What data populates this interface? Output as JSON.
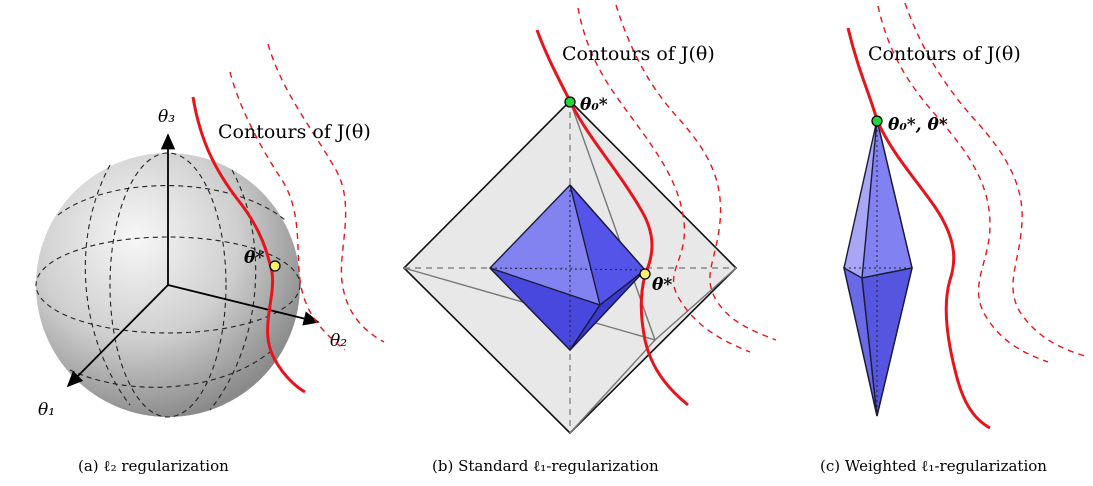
{
  "figure": {
    "panels": [
      {
        "caption": "(a) ℓ₂ regularization",
        "contour_label": "Contours of J(θ)",
        "point_labels": [
          "θ*"
        ],
        "axis_labels": [
          "θ₃",
          "θ₂",
          "θ₁"
        ]
      },
      {
        "caption": "(b) Standard ℓ₁-regularization",
        "contour_label": "Contours of J(θ)",
        "point_labels": [
          "θ₀*",
          "θ*"
        ]
      },
      {
        "caption": "(c) Weighted ℓ₁-regularization",
        "contour_label": "Contours of J(θ)",
        "point_labels": [
          "θ₀*, θ*"
        ]
      }
    ],
    "colors": {
      "contour_solid": "#e8141c",
      "contour_dashed": "#e8141c",
      "ball_blue": "#5b5bf0",
      "sphere_gray": "#c0c0c0",
      "point_yellow": "#f5f06a",
      "point_green": "#22d43a"
    }
  }
}
